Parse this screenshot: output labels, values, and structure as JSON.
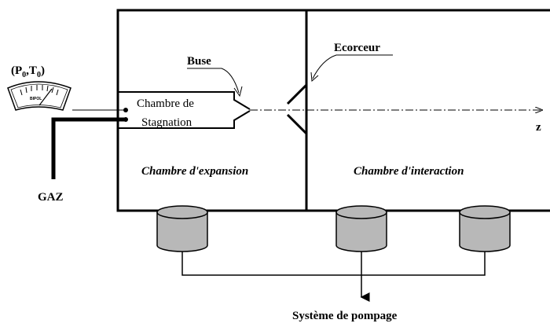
{
  "labels": {
    "pressure_temp_main": "(P",
    "pressure_sub": "0",
    "comma_t": ",T",
    "temp_sub": "0",
    "close_paren": ")",
    "gauge_brand": "BIPOL",
    "buse": "Buse",
    "ecorceur": "Ecorceur",
    "chambre_stagnation_line1": "Chambre de",
    "chambre_stagnation_line2": "Stagnation",
    "z_axis": "z",
    "chambre_expansion": "Chambre d'expansion",
    "chambre_interaction": "Chambre d'interaction",
    "gaz": "GAZ",
    "systeme_pompage": "Système de pompage"
  },
  "colors": {
    "line": "#000000",
    "pump_fill": "#b8b8b8",
    "background": "#ffffff"
  }
}
